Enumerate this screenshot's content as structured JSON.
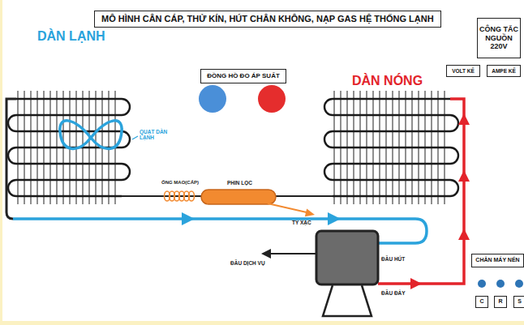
{
  "diagram": {
    "title": "MÔ HÌNH CÂN CÁP, THỬ KÍN, HÚT CHÂN KHÔNG, NẠP GAS HỆ THỐNG LẠNH",
    "nodes": [
      {
        "text": [
          "CÔNG TẮC NGUỒN 220V"
        ]
      },
      {
        "text": [
          "VOLT KẾ"
        ]
      },
      {
        "text": [
          "AMPE KẾ"
        ]
      },
      {
        "text": [
          "ĐỒNG HỒ ĐO ÁP SUẤT"
        ]
      },
      {
        "text": [
          "CHÂN MÁY NÉN"
        ]
      },
      {
        "text": [
          "C"
        ]
      },
      {
        "text": [
          "R"
        ]
      },
      {
        "text": [
          "S"
        ]
      }
    ],
    "labels": [
      "DÀN LẠNH",
      "DÀN NÓNG",
      "QUẠT DÀN LẠNH",
      "ỐNG MAO(CÁP)",
      "PHIN LỌC",
      "TY XẠC",
      "ĐẦU DỊCH VỤ",
      "ĐẦU HÚT",
      "ĐẦU ĐẨY"
    ]
  }
}
